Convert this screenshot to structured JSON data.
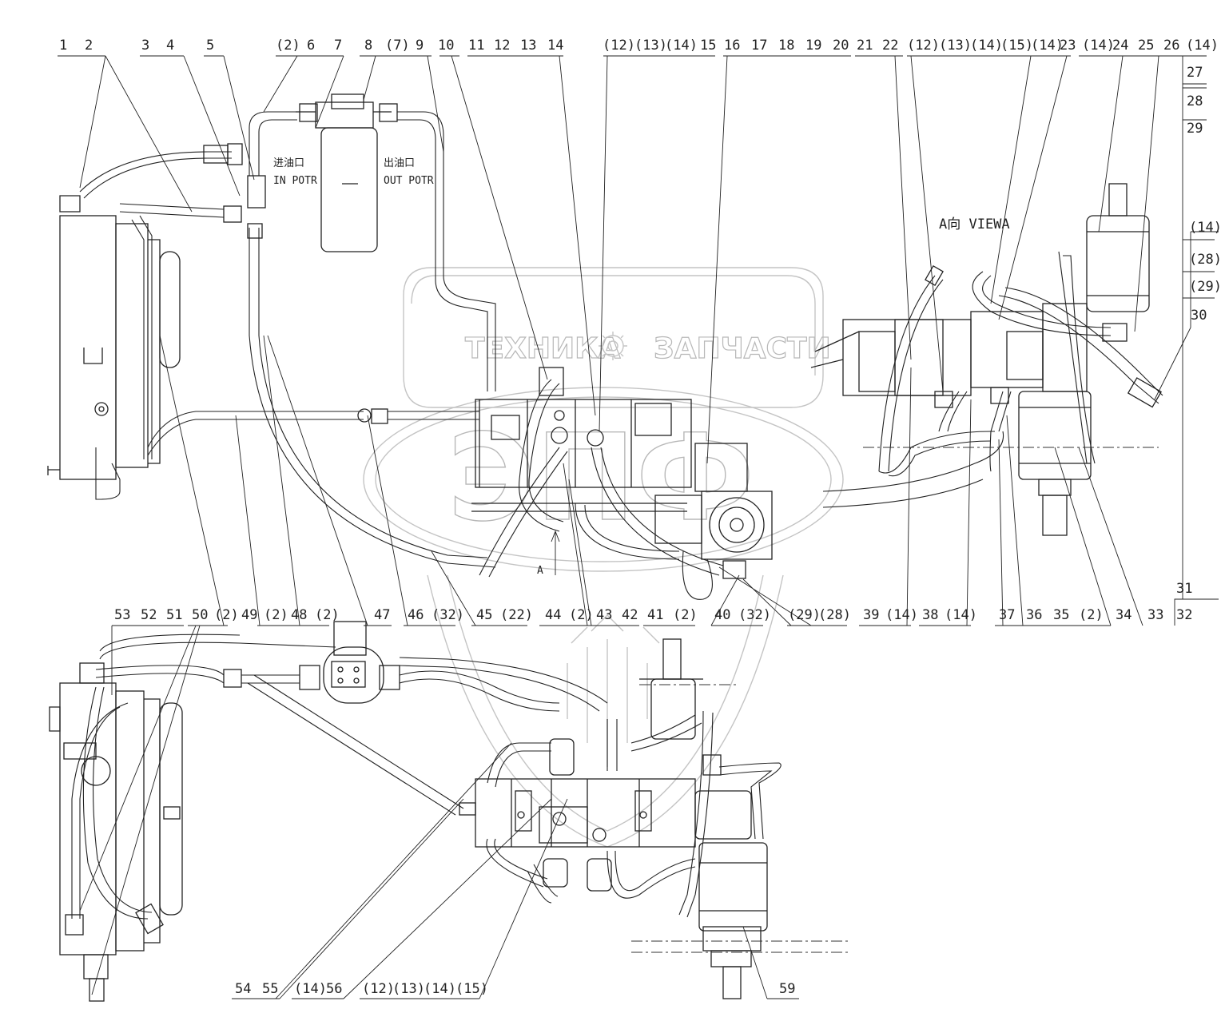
{
  "callouts_top": [
    "1",
    "2",
    "3",
    "4",
    "5",
    "(2)",
    "6",
    "7",
    "8",
    "(7)",
    "9",
    "10",
    "11",
    "12",
    "13",
    "14",
    "(12)",
    "(13)",
    "(14)",
    "15",
    "16",
    "17",
    "18",
    "19",
    "20",
    "21",
    "22",
    "(12)",
    "(13)",
    "(14)",
    "(15)",
    "(14)",
    "23",
    "(14)",
    "24",
    "25",
    "26",
    "(14)"
  ],
  "callouts_right": [
    "27",
    "28",
    "29",
    "(14)",
    "(28)",
    "(29)",
    "30",
    "31",
    "32"
  ],
  "callouts_mid": [
    "50",
    "(2)",
    "49",
    "(2)",
    "48",
    "(2)",
    "47",
    "46",
    "(32)",
    "45",
    "(22)",
    "44",
    "(2)",
    "43",
    "42",
    "41",
    "(2)",
    "40",
    "(32)",
    "(29)",
    "(28)",
    "39",
    "(14)",
    "38",
    "(14)",
    "37",
    "36",
    "35",
    "(2)",
    "34",
    "33",
    "32"
  ],
  "callouts_lower_left": [
    "53",
    "52",
    "51"
  ],
  "callouts_bottom": [
    "54",
    "55",
    "(14)",
    "56",
    "(12)",
    "(13)",
    "(14)",
    "(15)",
    "59"
  ],
  "port_labels": {
    "inlet_cn": "进油口",
    "inlet_en": "IN POTR",
    "outlet_cn": "出油口",
    "outlet_en": "OUT POTR"
  },
  "view_label": "A向  VIEWA",
  "arrow_label": "A",
  "watermark": {
    "line1_left": "ТЕХНИКА",
    "line1_right": "ЗАПЧАСТИ",
    "emblem": "ЭПФ"
  }
}
